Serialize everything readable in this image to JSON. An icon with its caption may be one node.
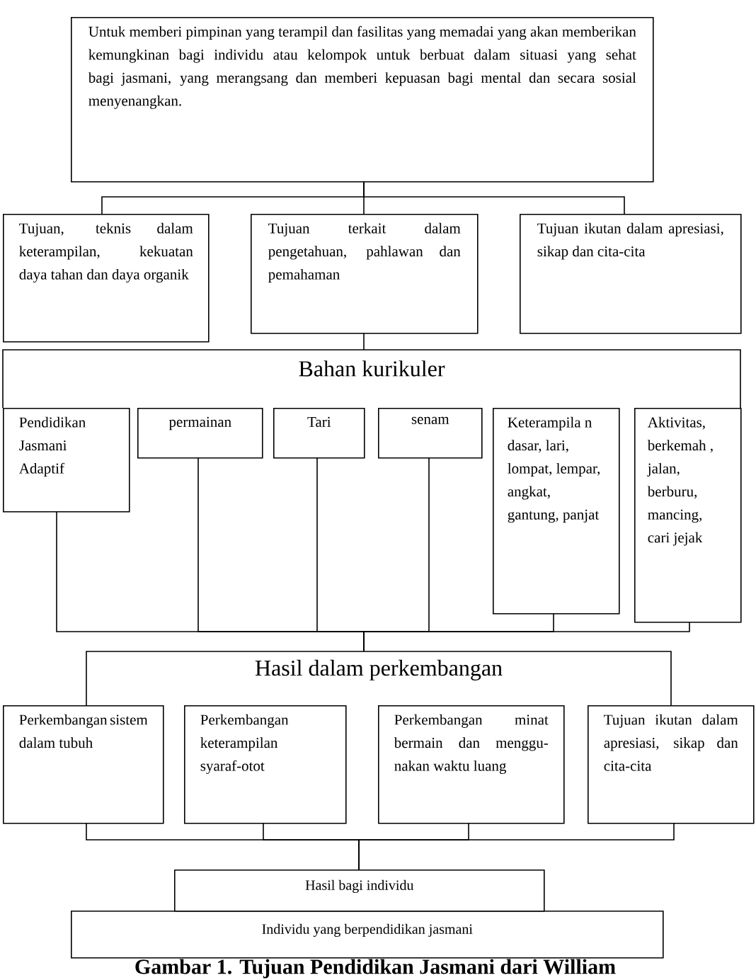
{
  "diagram": {
    "nodes": [
      {
        "text": [
          "Untuk memberi pimpinan yang terampil dan fasilitas yang memadai yang akan memberikan kemungkinan bagi individu atau kelompok untuk berbuat dalam situasi yang sehat bagi jasmani, yang merangsang dan memberi kepuasan bagi mental dan secara sosial menyenangkan."
        ]
      },
      {
        "text": [
          "Tujuan, teknis dalam keterampilan, kekuatan daya tahan dan daya organik"
        ]
      },
      {
        "text": [
          "Tujuan terkait dalam pengetahuan, pahlawan dan pemahaman"
        ]
      },
      {
        "text": [
          "Tujuan ikutan dalam apresiasi, sikap dan cita-cita"
        ]
      },
      {
        "text": [
          "Bahan kurikuler"
        ]
      },
      {
        "text": [
          "Pendidikan Jasmani Adaptif"
        ]
      },
      {
        "text": [
          "permainan"
        ]
      },
      {
        "text": [
          "Tari"
        ]
      },
      {
        "text": [
          "senam"
        ]
      },
      {
        "text": [
          "Keterampila n dasar, lari, lompat, lempar, angkat, gantung, panjat"
        ]
      },
      {
        "text": [
          "Aktivitas, berkemah , jalan, berburu, mancing, cari jejak"
        ]
      },
      {
        "text": [
          "Hasil dalam perkembangan"
        ]
      },
      {
        "text": [
          "Perkembangan sistem dalam tubuh"
        ]
      },
      {
        "text": [
          "Perkembangan keterampilan syaraf-otot"
        ]
      },
      {
        "text": [
          "Perkembangan minat bermain dan menggu-nakan waktu luang"
        ]
      },
      {
        "text": [
          "Tujuan ikutan dalam apresiasi, sikap dan cita-cita"
        ]
      },
      {
        "text": [
          "Hasil bagi individu"
        ]
      },
      {
        "text": [
          "Individu yang berpendidikan jasmani"
        ]
      }
    ],
    "edges": [
      {
        "from": 0,
        "to": 1,
        "arrow": "none"
      },
      {
        "from": 0,
        "to": 2,
        "arrow": "none"
      },
      {
        "from": 0,
        "to": 3,
        "arrow": "none"
      },
      {
        "from": 2,
        "to": 4,
        "arrow": "none"
      },
      {
        "from": 5,
        "to": 11,
        "arrow": "none"
      },
      {
        "from": 6,
        "to": 11,
        "arrow": "none"
      },
      {
        "from": 7,
        "to": 11,
        "arrow": "none"
      },
      {
        "from": 8,
        "to": 11,
        "arrow": "none"
      },
      {
        "from": 9,
        "to": 11,
        "arrow": "none"
      },
      {
        "from": 10,
        "to": 11,
        "arrow": "none"
      },
      {
        "from": 12,
        "to": 16,
        "arrow": "none"
      },
      {
        "from": 13,
        "to": 16,
        "arrow": "none"
      },
      {
        "from": 14,
        "to": 16,
        "arrow": "none"
      },
      {
        "from": 15,
        "to": 16,
        "arrow": "none"
      }
    ],
    "caption": "Gambar 1. Tujuan Pendidikan Jasmani dari William"
  }
}
